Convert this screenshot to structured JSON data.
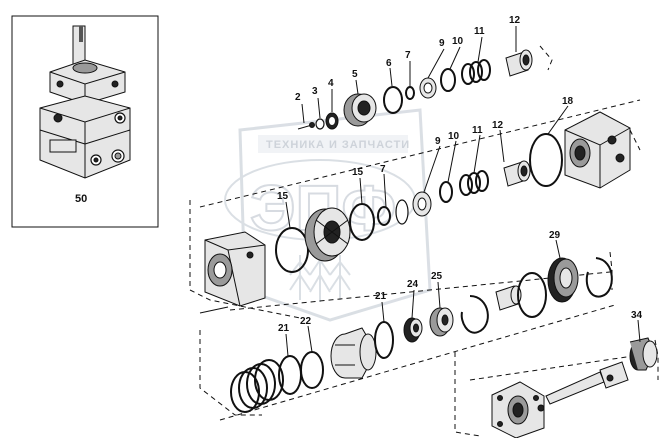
{
  "inset": {
    "label": "50"
  },
  "labels": {
    "p2": "2",
    "p3": "3",
    "p4": "4",
    "p5": "5",
    "p6": "6",
    "p7a": "7",
    "p9a": "9",
    "p10a": "10",
    "p11a": "11",
    "p12a": "12",
    "p18": "18",
    "p9b": "9",
    "p10b": "10",
    "p11b": "11",
    "p12b": "12",
    "p15a": "15",
    "p15b": "15",
    "p7b": "7",
    "p29": "29",
    "p24": "24",
    "p25": "25",
    "p21a": "21",
    "p21b": "21",
    "p22": "22",
    "p34": "34"
  },
  "watermark": {
    "top_text": "ТЕХНИКА И ЗАПЧАСТИ",
    "big_text": "ЭПФ"
  }
}
